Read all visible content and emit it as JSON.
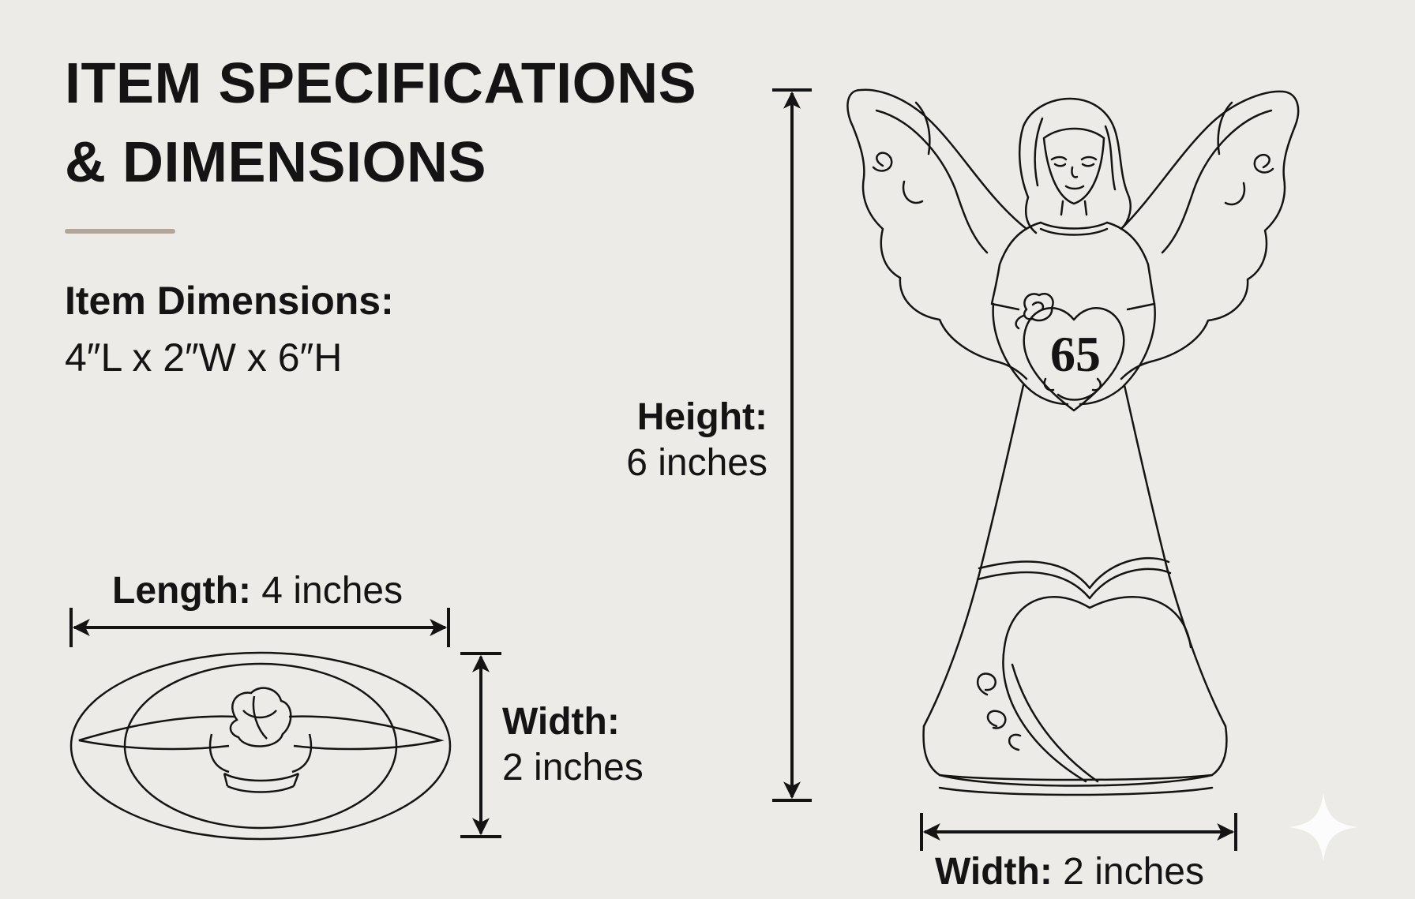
{
  "title": {
    "line1": "ITEM SPECIFICATIONS",
    "line2": "& DIMENSIONS"
  },
  "item_dimensions": {
    "label": "Item Dimensions:",
    "value": "4″L x 2″W x 6″H"
  },
  "height": {
    "label": "Height:",
    "value": "6 inches"
  },
  "length": {
    "label": "Length:",
    "value": "4 inches"
  },
  "top_width": {
    "label": "Width:",
    "value": "2 inches"
  },
  "bottom_width": {
    "label": "Width:",
    "value": "2 inches"
  },
  "figurine_number": "65",
  "colors": {
    "background": "#ecebe7",
    "ink": "#141414",
    "accent_rule": "#b3a597"
  }
}
